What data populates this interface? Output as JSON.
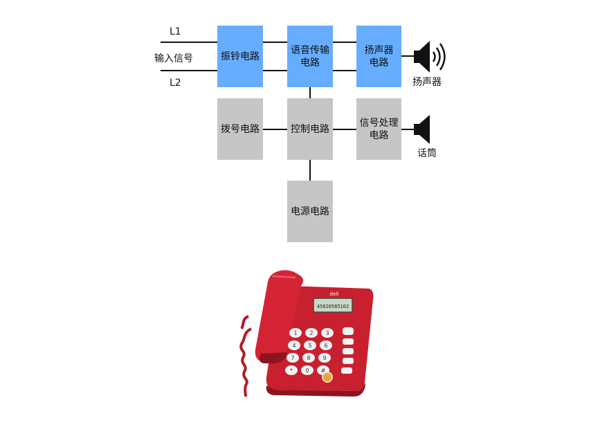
{
  "diagram": {
    "input_lines": {
      "line1": "L1",
      "line2": "L2",
      "input_signal": "输入信号"
    },
    "blocks": {
      "ringer": {
        "line1": "振铃电路",
        "line2": ""
      },
      "voice": {
        "line1": "语音传输",
        "line2": "电路"
      },
      "speaker_circuit": {
        "line1": "扬声器",
        "line2": "电路"
      },
      "dial": {
        "line1": "拨号电路",
        "line2": ""
      },
      "control": {
        "line1": "控制电路",
        "line2": ""
      },
      "signal_processing": {
        "line1": "信号处理",
        "line2": "电路"
      },
      "power": {
        "line1": "电源电路",
        "line2": ""
      }
    },
    "devices": {
      "speaker": "扬声器",
      "microphone": "话筒"
    },
    "colors": {
      "blue_block": "#66adff",
      "gray_block": "#c6c6c6",
      "wire": "#111111"
    }
  },
  "photo": {
    "subject": "red desk telephone",
    "brand_mark": "deli",
    "lcd_text": "45820585102",
    "keypad": [
      "1",
      "2",
      "3",
      "4",
      "5",
      "6",
      "7",
      "8",
      "9",
      "*",
      "0",
      "#"
    ],
    "colors": {
      "body": "#c8202e",
      "body_dark": "#8e1520",
      "lcd": "#c9d6c8",
      "keys": "#f2f2f2"
    }
  }
}
